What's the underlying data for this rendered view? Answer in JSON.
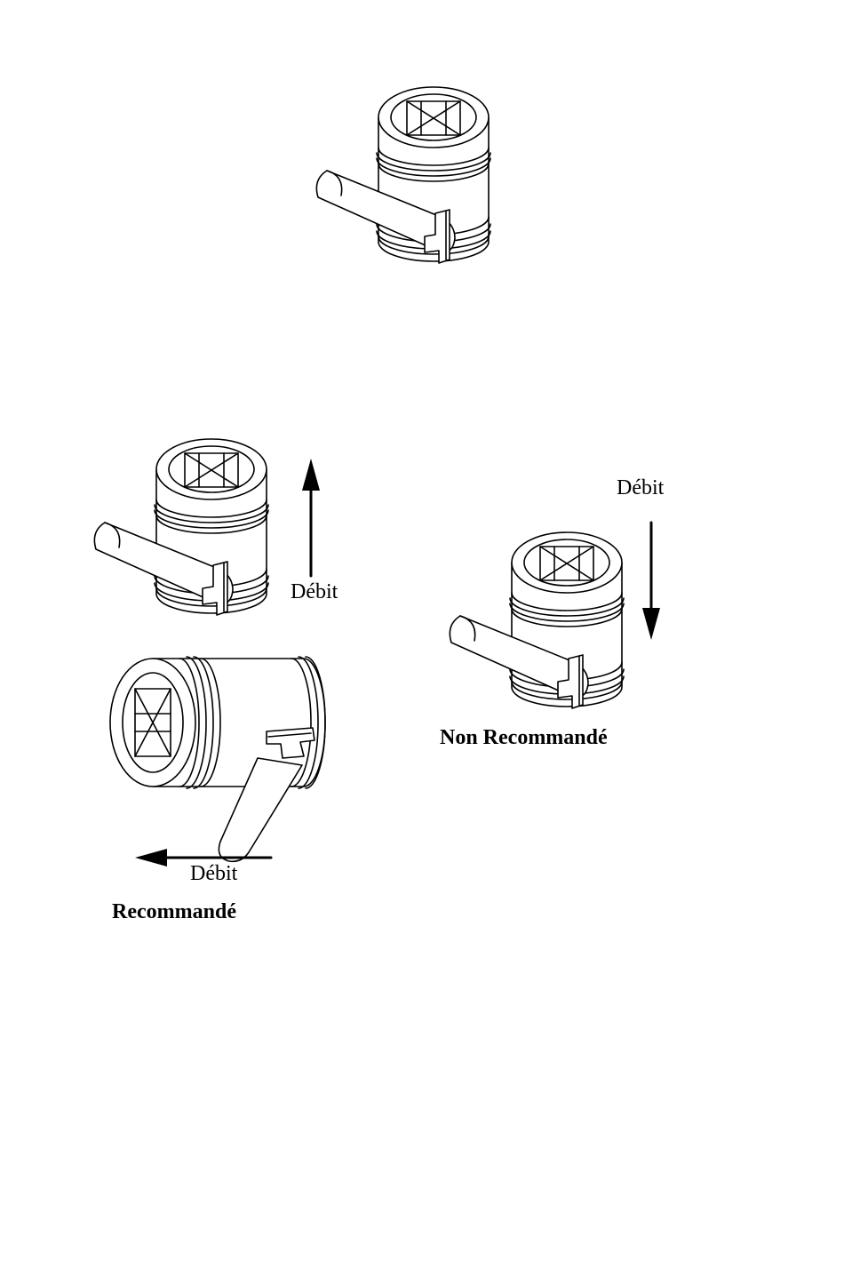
{
  "figures": [
    {
      "id": "plain",
      "label": "",
      "flow": {
        "label": "",
        "direction": "none"
      }
    },
    {
      "id": "vertical-up",
      "label": "",
      "flow": {
        "label": "Débit",
        "direction": "up"
      }
    },
    {
      "id": "horizontal",
      "label": "Recommandé",
      "flow": {
        "label": "Débit",
        "direction": "left"
      }
    },
    {
      "id": "vertical-down",
      "label": "Non Recommandé",
      "flow": {
        "label": "Débit",
        "direction": "down"
      }
    }
  ],
  "colors": {
    "stroke": "#000000",
    "background": "#ffffff"
  }
}
